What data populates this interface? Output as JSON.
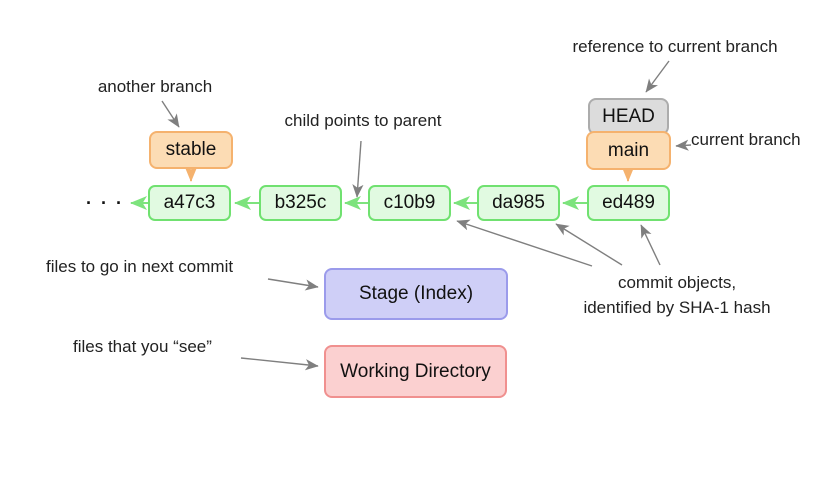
{
  "diagram": {
    "commit_chain": {
      "ellipsis": "· · ·",
      "commits": [
        "a47c3",
        "b325c",
        "c10b9",
        "da985",
        "ed489"
      ]
    },
    "refs": {
      "head_label": "HEAD",
      "current_branch_label": "main",
      "other_branch_label": "stable"
    },
    "areas": {
      "stage_label": "Stage (Index)",
      "working_directory_label": "Working Directory"
    },
    "annotations": {
      "another_branch": "another branch",
      "reference_to_current_branch": "reference to current branch",
      "child_points_to_parent": "child points to parent",
      "current_branch": "current branch",
      "files_to_go_in_next_commit": "files to go in next commit",
      "files_that_you_see": "files that you “see”",
      "commit_objects_line1": "commit objects,",
      "commit_objects_line2": "identified by SHA-1 hash"
    },
    "colors": {
      "commit_fill": "#e1fae1",
      "commit_border": "#70e170",
      "branch_fill": "#fcdcb4",
      "branch_border": "#f5b26e",
      "head_fill": "#dcdcdc",
      "head_border": "#acacac",
      "stage_fill": "#cfcff7",
      "stage_border": "#9b9beb",
      "working_fill": "#fbd0d0",
      "working_border": "#f0908f",
      "arrow_gray": "#7f7f7f",
      "arrow_green": "#7de37d",
      "arrow_orange": "#f5b26e"
    }
  }
}
